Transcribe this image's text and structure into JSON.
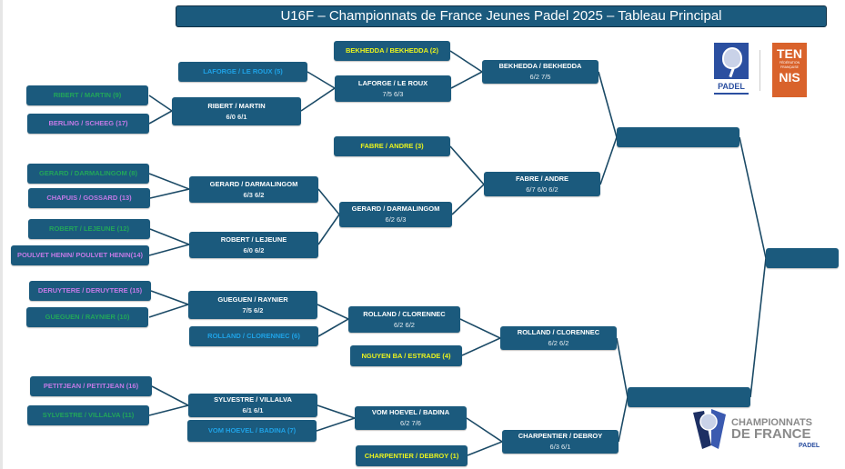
{
  "title": "U16F – Championnats de France Jeunes Padel 2025 – Tableau Principal",
  "colors": {
    "box": "#1b5a7d",
    "seed_green": "#22a65a",
    "seed_purple": "#c27ae6",
    "seed_blue": "#1fa2e6",
    "seed_yellow": "#e9f21e"
  },
  "round1": [
    {
      "name": "RIBERT / MARTIN (9)"
    },
    {
      "name": "BERLING / SCHEEG (17)"
    },
    {
      "name": "GERARD / DARMALINGOM (8)"
    },
    {
      "name": "CHAPUIS / GOSSARD (13)"
    },
    {
      "name": "ROBERT / LEJEUNE (12)"
    },
    {
      "name": "POULVET HENIN/ POULVET HENIN(14)"
    },
    {
      "name": "DERUYTERE / DERUYTERE (15)"
    },
    {
      "name": "GUEGUEN / RAYNIER (10)"
    },
    {
      "name": "PETITJEAN / PETITJEAN (16)"
    },
    {
      "name": "SYLVESTRE / VILLALVA (11)"
    }
  ],
  "round2": [
    {
      "name": "LAFORGE / LE ROUX (5)"
    },
    {
      "name": "RIBERT / MARTIN",
      "score": "6/0 6/1"
    },
    {
      "name": "GERARD / DARMALINGOM",
      "score": "6/3 6/2"
    },
    {
      "name": "ROBERT / LEJEUNE",
      "score": "6/0 6/2"
    },
    {
      "name": "GUEGUEN / RAYNIER",
      "score": "7/5 6/2"
    },
    {
      "name": "ROLLAND / CLORENNEC (6)"
    },
    {
      "name": "SYLVESTRE / VILLALVA",
      "score": "6/1 6/1"
    },
    {
      "name": "VOM HOEVEL / BADINA (7)"
    }
  ],
  "round3": [
    {
      "name": "BEKHEDDA / BEKHEDDA (2)"
    },
    {
      "name": "LAFORGE / LE ROUX",
      "score": "7/5 6/3"
    },
    {
      "name": "FABRE / ANDRE (3)"
    },
    {
      "name": "GERARD / DARMALINGOM",
      "score": "6/2 6/3"
    },
    {
      "name": "ROLLAND / CLORENNEC",
      "score": "6/2 6/2"
    },
    {
      "name": "NGUYEN BA / ESTRADE (4)"
    },
    {
      "name": "VOM HOEVEL / BADINA",
      "score": "6/2 7/6"
    },
    {
      "name": "CHARPENTIER / DEBROY (1)"
    }
  ],
  "quarterfinals": [
    {
      "name": "BEKHEDDA / BEKHEDDA",
      "score": "6/2 7/5"
    },
    {
      "name": "FABRE / ANDRE",
      "score": "6/7 6/0 6/2"
    },
    {
      "name": "ROLLAND / CLORENNEC",
      "score": "6/2 6/2"
    },
    {
      "name": "CHARPENTIER / DEBROY",
      "score": "6/3 6/1"
    }
  ],
  "logos": {
    "padel": "PADEL",
    "tennis_top": "TEN",
    "tennis_mid": "FÉDÉRATION FRANÇAISE",
    "tennis_bottom": "NIS",
    "cdf_line1": "CHAMPIONNATS",
    "cdf_line2": "DE FRANCE",
    "cdf_line3": "PADEL"
  }
}
